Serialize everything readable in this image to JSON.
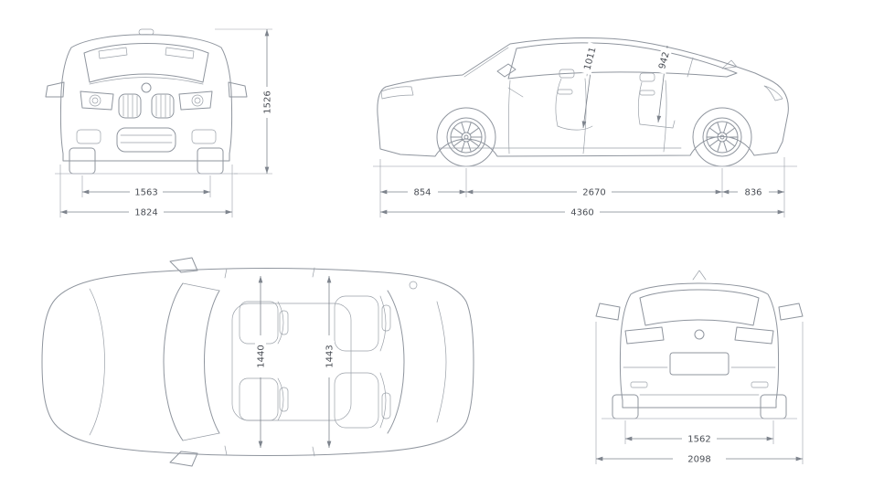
{
  "views": {
    "front": {
      "height": "1526",
      "track_width": "1563",
      "overall_width": "1824"
    },
    "side": {
      "interior_height_front": "1011",
      "interior_height_rear": "942",
      "front_overhang": "854",
      "wheelbase": "2670",
      "rear_overhang": "836",
      "overall_length": "4360"
    },
    "top": {
      "interior_width_front": "1440",
      "interior_width_rear": "1443"
    },
    "rear": {
      "track_width": "1562",
      "overall_width_incl_mirrors": "2098"
    }
  },
  "colors": {
    "background": "#ffffff",
    "car_line": "#8f959e",
    "dimension_line": "#7e848d",
    "dimension_text": "#4a4e55"
  }
}
